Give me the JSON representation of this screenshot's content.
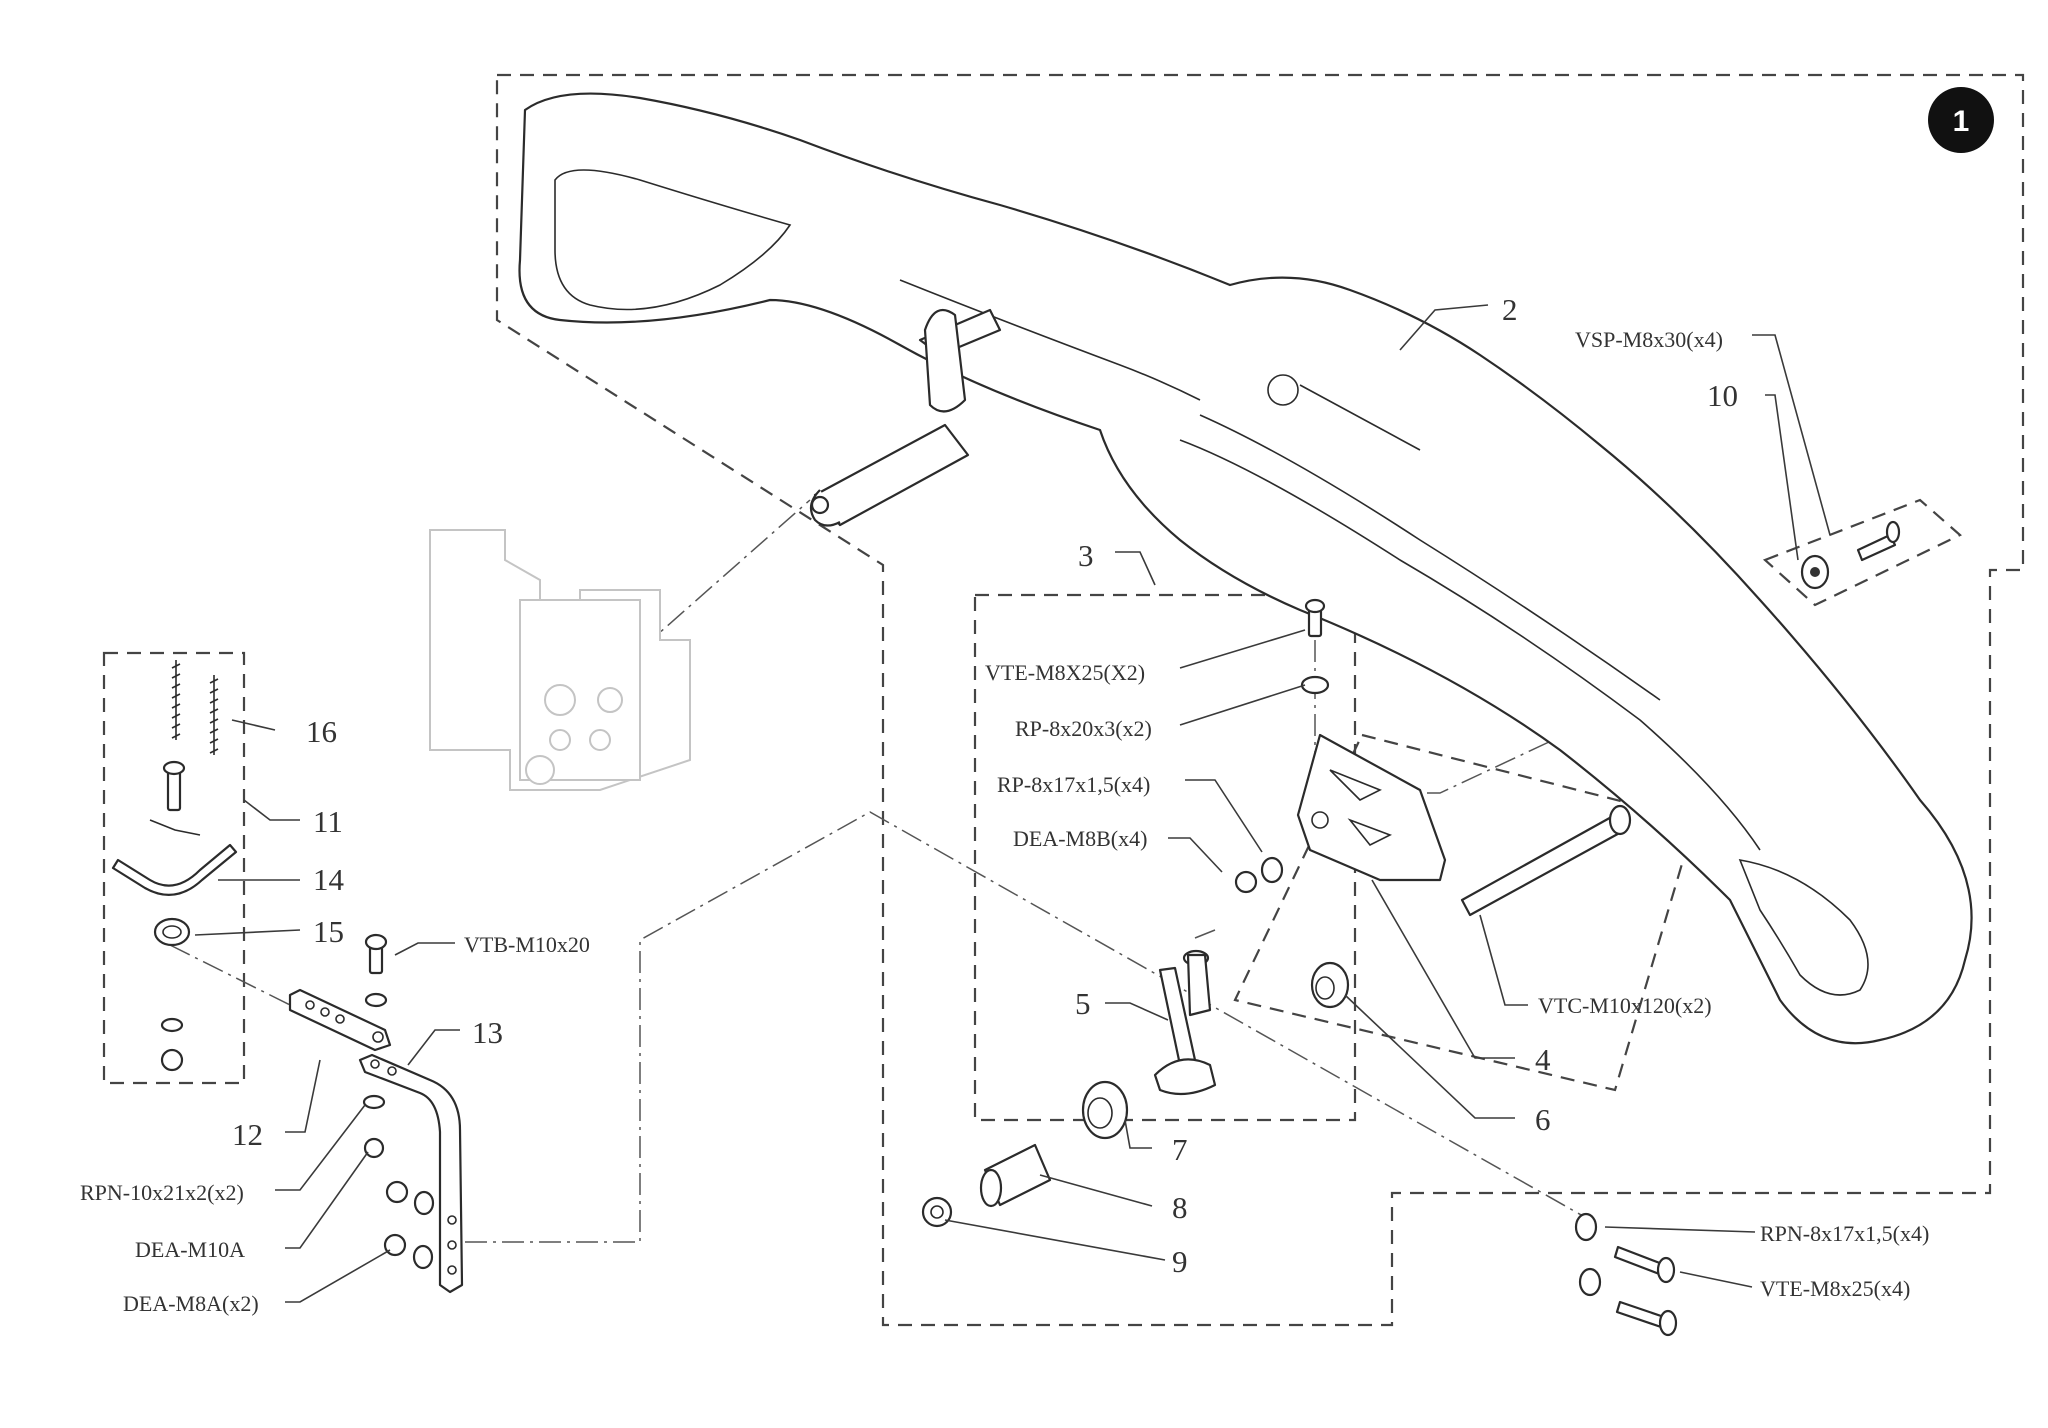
{
  "diagram": {
    "badge": "1",
    "callouts": {
      "n2": "2",
      "n3": "3",
      "n4": "4",
      "n5": "5",
      "n6": "6",
      "n7": "7",
      "n8": "8",
      "n9": "9",
      "n10": "10",
      "n11": "11",
      "n12": "12",
      "n13": "13",
      "n14": "14",
      "n15": "15",
      "n16": "16"
    },
    "codes": {
      "vsp": "VSP-M8x30(x4)",
      "vte_x2": "VTE-M8X25(X2)",
      "rp_8x20": "RP-8x20x3(x2)",
      "rp_8x17": "RP-8x17x1,5(x4)",
      "dea_m8b": "DEA-M8B(x4)",
      "vtb": "VTB-M10x20",
      "vtc": "VTC-M10x120(x2)",
      "rpn_10": "RPN-10x21x2(x2)",
      "dea_m10a": "DEA-M10A",
      "dea_m8a": "DEA-M8A(x2)",
      "rpn_8": "RPN-8x17x1,5(x4)",
      "vte_x4": "VTE-M8x25(x4)"
    }
  }
}
